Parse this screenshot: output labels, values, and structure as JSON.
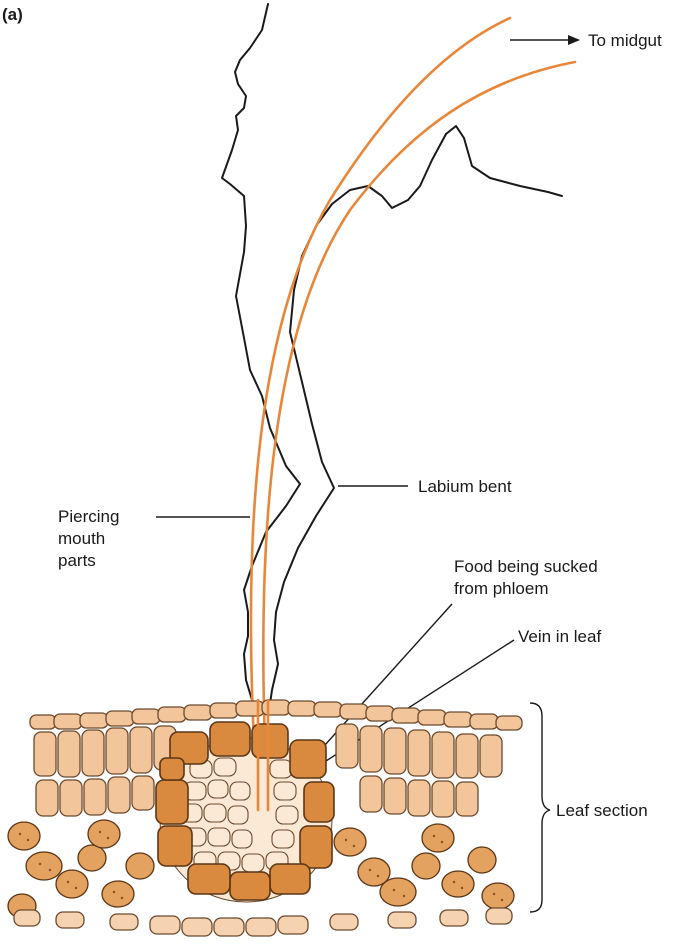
{
  "panel_label": "(a)",
  "labels": {
    "to_midgut": "To midgut",
    "labium_bent": "Labium bent",
    "piercing_line1": "Piercing",
    "piercing_line2": "mouth",
    "piercing_line3": "parts",
    "food_line1": "Food being sucked",
    "food_line2": "from phloem",
    "vein": "Vein in leaf",
    "leaf_section": "Leaf section"
  },
  "colors": {
    "stylet": "#e8873a",
    "epidermis": "#f2c59a",
    "bundle_sheath": "#d98a3e",
    "spongy": "#e3a260",
    "xylem": "#fbe9d6"
  }
}
